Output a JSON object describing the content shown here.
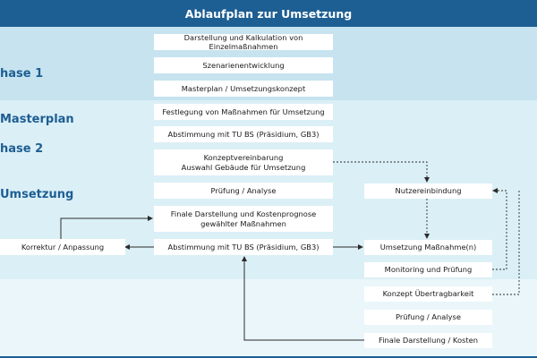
{
  "title": "Ablaufplan zur Umsetzung",
  "phases": [
    {
      "number": "hase 1",
      "name": "Masterplan"
    },
    {
      "number": "hase 2",
      "name": "Umsetzung"
    }
  ],
  "boxes": {
    "darstellung": "Darstellung und Kalkulation von Einzelmaßnahmen",
    "szenarien": "Szenarienentwicklung",
    "masterplan": "Masterplan / Umsetzungskonzept",
    "festlegung": "Festlegung von Maßnahmen für Umsetzung",
    "abstimmung1": "Abstimmung mit TU BS (Präsidium, GB3)",
    "konzept": "Konzeptvereinbarung\nAuswahl Gebäude für Umsetzung",
    "pruefung1": "Prüfung / Analyse",
    "finale1": "Finale Darstellung und Kostenprognose\ngewählter Maßnahmen",
    "abstimmung2": "Abstimmung mit TU BS (Präsidium, GB3)",
    "korrektur": "Korrektur / Anpassung",
    "nutzer": "Nutzereinbindung",
    "umsetzung": "Umsetzung Maßnahme(n)",
    "monitoring": "Monitoring und Prüfung",
    "uebertragbarkeit": "Konzept Übertragbarkeit",
    "pruefung2": "Prüfung / Analyse",
    "finale2": "Finale Darstellung / Kosten"
  },
  "colors": {
    "title_bg": "#1d5e93",
    "phase_text": "#1d5e93",
    "band1": "#c6e3ef",
    "band2": "#dbeff6",
    "band3": "#eaf6fa",
    "line": "#2b2b2b"
  }
}
